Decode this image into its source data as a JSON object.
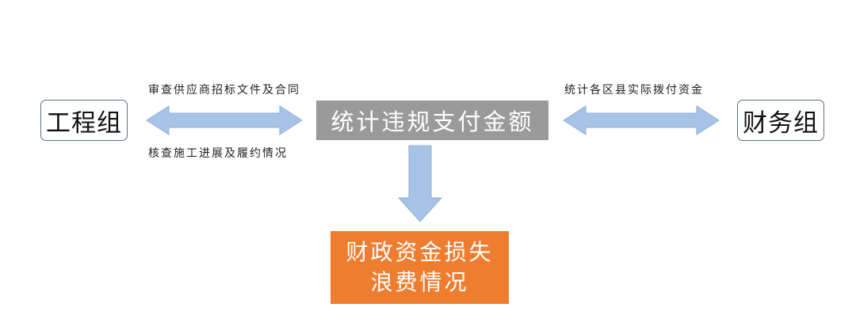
{
  "nodes": {
    "engineering": "工程组",
    "finance": "财务组",
    "center": "统计违规支付金额",
    "result_line1": "财政资金损失",
    "result_line2": "浪费情况"
  },
  "edges": {
    "left_top_label": "审查供应商招标文件及合同",
    "left_bottom_label": "核查施工进展及履约情况",
    "right_top_label": "统计各区县实际拨付资金"
  },
  "colors": {
    "arrow_fill": "#a7c3e6",
    "arrow_stroke": "#8fb0d9",
    "center_fill": "#9a9a9a",
    "result_fill": "#ef7d30",
    "node_border": "#5a6f8f"
  }
}
